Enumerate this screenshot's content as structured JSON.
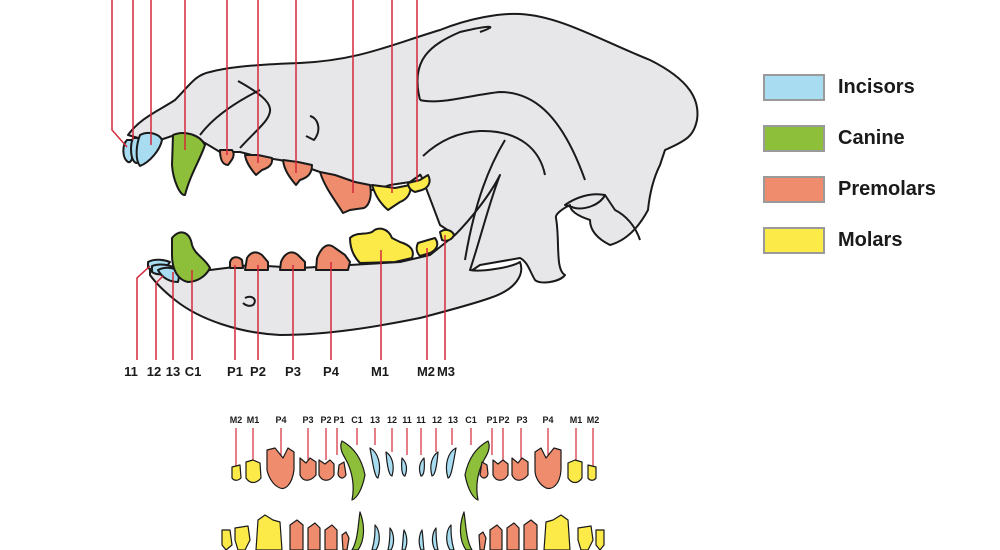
{
  "colors": {
    "incisor": "#a8dcf0",
    "canine": "#8dbf3a",
    "premolar": "#ef8c6e",
    "molar": "#fbea48",
    "skull": "#e7e7ea",
    "outline": "#1a1a1a",
    "leader": "#d32a3a"
  },
  "legend": {
    "items": [
      {
        "label": "Incisors",
        "color": "#a8dcf0"
      },
      {
        "label": "Canine",
        "color": "#8dbf3a"
      },
      {
        "label": "Premolars",
        "color": "#ef8c6e"
      },
      {
        "label": "Molars",
        "color": "#fbea48"
      }
    ]
  },
  "skull_lower_labels": [
    "11",
    "12",
    "13",
    "C1",
    "P1",
    "P2",
    "P3",
    "P4",
    "M1",
    "M2",
    "M3"
  ],
  "dental_chart": {
    "upper_labels": [
      "M2",
      "M1",
      "P4",
      "P3",
      "P2",
      "P1",
      "C1",
      "13",
      "12",
      "11",
      "11",
      "12",
      "13",
      "C1",
      "P1",
      "P2",
      "P3",
      "P4",
      "M1",
      "M2"
    ]
  }
}
